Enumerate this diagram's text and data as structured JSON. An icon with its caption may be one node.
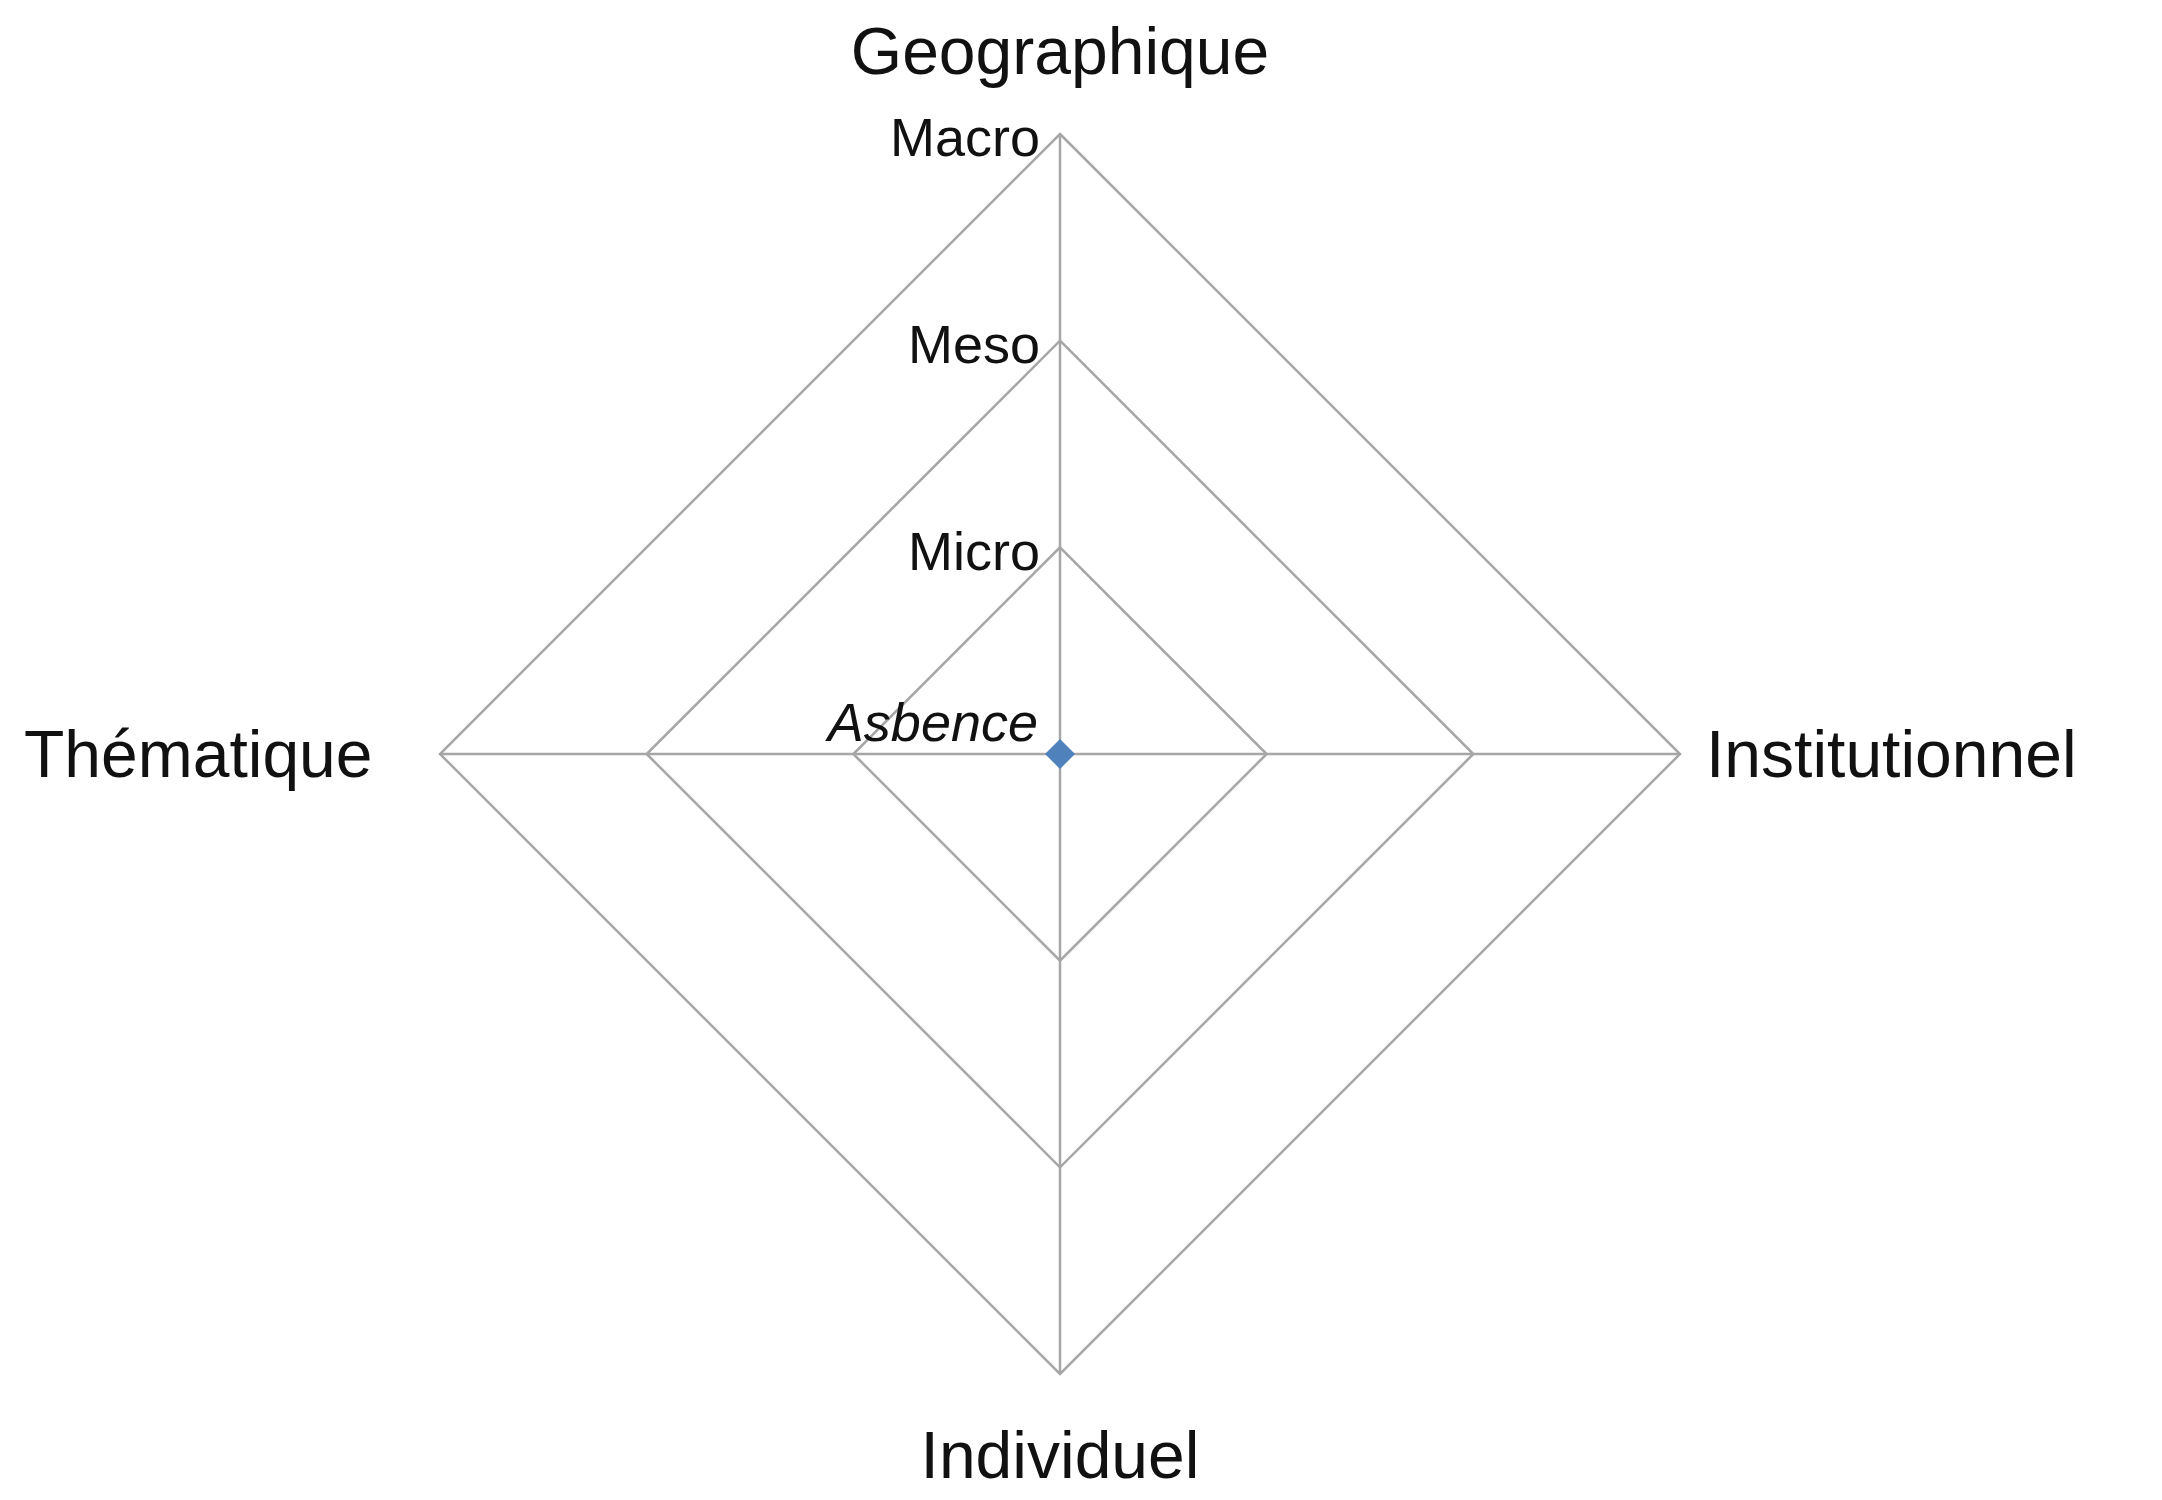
{
  "diagram": {
    "labels": [
      "Geographique",
      "Macro",
      "Meso",
      "Micro",
      "Asbence",
      "Thématique",
      "Institutionnel",
      "Individuel"
    ]
  }
}
